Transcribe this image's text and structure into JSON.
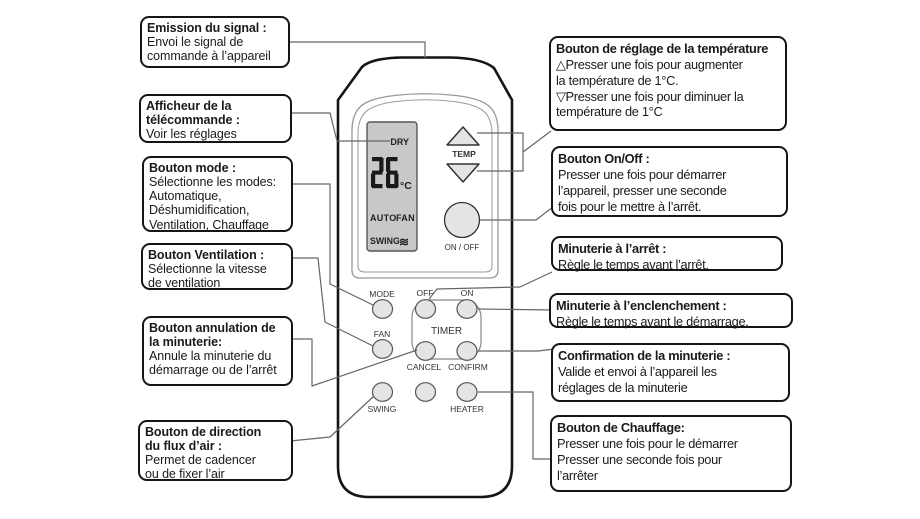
{
  "colors": {
    "outline": "#151515",
    "connector": "#666666",
    "lcd_fill": "#c8c8c8",
    "button_fill": "#e4e4e4",
    "bezel": "#999999"
  },
  "callouts": {
    "emission": {
      "heading": [
        "Emission du signal :"
      ],
      "body": [
        "Envoi le signal de",
        "commande à l’appareil"
      ]
    },
    "afficheur": {
      "heading": [
        "Afficheur de la",
        "télécommande :"
      ],
      "body": [
        "Voir les réglages"
      ]
    },
    "mode": {
      "heading": [
        "Bouton mode :"
      ],
      "body": [
        "Sélectionne les modes:",
        "Automatique,",
        "Déshumidification,",
        "Ventilation, Chauffage"
      ]
    },
    "ventilation": {
      "heading": [
        "Bouton Ventilation :"
      ],
      "body": [
        "Sélectionne la vitesse",
        "de ventilation"
      ]
    },
    "annulation": {
      "heading": [
        "Bouton annulation de",
        "la minuterie:"
      ],
      "body": [
        "Annule la minuterie du",
        "démarrage ou de l’arrêt"
      ]
    },
    "flux": {
      "heading": [
        "Bouton de direction",
        "du flux d’air :"
      ],
      "body": [
        "Permet de cadencer",
        "ou de fixer l’air"
      ]
    },
    "temperature": {
      "heading": [
        "Bouton de réglage de la température"
      ],
      "body": [
        "△Presser une fois pour augmenter",
        "la température de 1°C.",
        "▽Presser une fois pour diminuer la",
        "température de 1°C"
      ]
    },
    "onoff": {
      "heading": [
        "Bouton On/Off :"
      ],
      "body": [
        "Presser une fois pour démarrer",
        "l’appareil, presser une seconde",
        "fois pour le mettre à l’arrêt."
      ]
    },
    "minuterie_arret": {
      "heading": [
        "Minuterie à l’arrêt :"
      ],
      "body": [
        "Règle le temps avant l’arrêt."
      ]
    },
    "minuterie_enclenchement": {
      "heading": [
        "Minuterie à l’enclenchement :"
      ],
      "body": [
        "Règle le temps avant le démarrage."
      ]
    },
    "confirmation": {
      "heading": [
        "Confirmation de la minuterie :"
      ],
      "body": [
        "Valide et envoi à l’appareil les",
        "réglages de la minuterie"
      ]
    },
    "chauffage": {
      "heading": [
        "Bouton de Chauffage:"
      ],
      "body": [
        "Presser une fois pour le démarrer",
        "Presser une seconde fois pour",
        "l’arrêter"
      ]
    }
  },
  "remote": {
    "lcd": {
      "mode_indicator": "DRY",
      "temperature": "26",
      "unit": "°C",
      "indicators_row": [
        "AUTO",
        "FAN"
      ],
      "swing_label": "SWING",
      "swing_icon": "≋"
    },
    "labels": {
      "temp": "TEMP",
      "onoff": "ON / OFF",
      "mode": "MODE",
      "off": "OFF",
      "on": "ON",
      "fan": "FAN",
      "timer": "TIMER",
      "cancel": "CANCEL",
      "confirm": "CONFIRM",
      "swing": "SWING",
      "heater": "HEATER"
    }
  }
}
